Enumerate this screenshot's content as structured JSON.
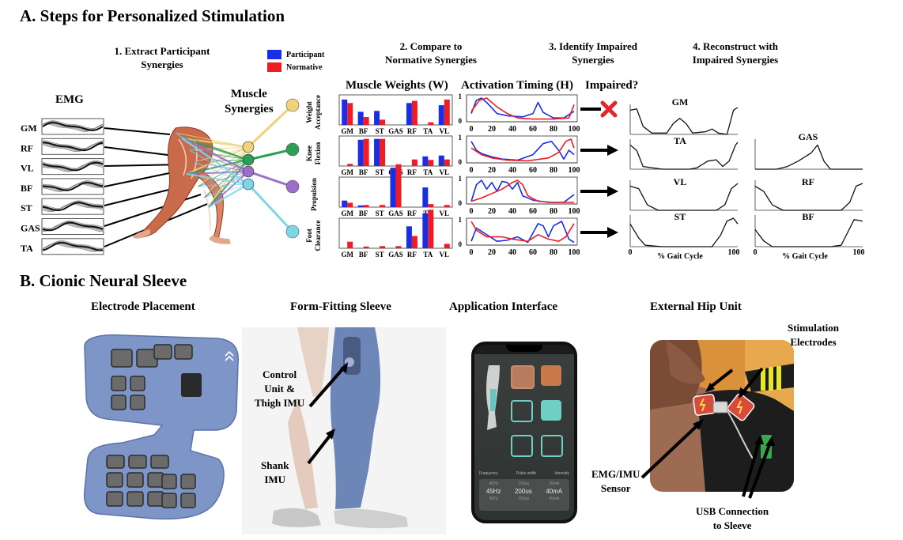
{
  "section_a": {
    "title": "A. Steps for Personalized Stimulation",
    "step1": [
      "1. Extract Participant",
      "Synergies"
    ],
    "step2": [
      "2. Compare to",
      "Normative Synergies"
    ],
    "step3": [
      "3. Identify Impaired",
      "Synergies"
    ],
    "step4": [
      "4. Reconstruct with",
      "Impaired Synergies"
    ],
    "emg_label": "EMG",
    "muscles": [
      "GM",
      "RF",
      "VL",
      "BF",
      "ST",
      "GAS",
      "TA"
    ],
    "muscle_synergies_label": [
      "Muscle",
      "Synergies"
    ],
    "synergy_colors": [
      "#f0d27a",
      "#2e9e55",
      "#9b6fc7",
      "#7fd7e6"
    ],
    "legend": [
      {
        "label": "Participant",
        "color": "#1a2ee6"
      },
      {
        "label": "Normative",
        "color": "#ee1c24"
      }
    ],
    "weights_title": "Muscle Weights (W)",
    "timing_title": "Activation Timing (H)",
    "impaired_title": "Impaired?",
    "phases": [
      "Weight Acceptance",
      "Knee Flexion",
      "Propulsion",
      "Foot Clearance"
    ],
    "weight_categories": [
      "GM",
      "BF",
      "ST",
      "GAS",
      "RF",
      "TA",
      "VL"
    ],
    "y_ticks": [
      "0",
      "1"
    ],
    "x_ticks": [
      "0",
      "20",
      "40",
      "60",
      "80",
      "100"
    ],
    "recon_left": [
      "GM",
      "TA",
      "VL",
      "ST"
    ],
    "recon_right": [
      "GAS",
      "RF",
      "BF"
    ],
    "gait_axis": {
      "start": "0",
      "end": "100",
      "label": "% Gait Cycle"
    }
  },
  "chart_data": {
    "type": "bar",
    "categories": [
      "GM",
      "BF",
      "ST",
      "GAS",
      "RF",
      "TA",
      "VL"
    ],
    "panels": [
      {
        "participant": [
          0.58,
          0.3,
          0.32,
          0.0,
          0.5,
          0.0,
          0.45
        ],
        "normative": [
          0.5,
          0.18,
          0.12,
          0.0,
          0.55,
          0.06,
          0.58
        ]
      },
      {
        "participant": [
          0.0,
          0.6,
          0.62,
          0.0,
          0.0,
          0.22,
          0.24
        ],
        "normative": [
          0.05,
          0.62,
          0.62,
          0.04,
          0.15,
          0.14,
          0.15
        ]
      },
      {
        "participant": [
          0.15,
          0.04,
          0.0,
          0.9,
          0.0,
          0.45,
          0.0
        ],
        "normative": [
          0.1,
          0.05,
          0.05,
          0.95,
          0.0,
          0.07,
          0.05
        ]
      },
      {
        "participant": [
          0.0,
          0.0,
          0.0,
          0.0,
          0.5,
          0.8,
          0.0
        ],
        "normative": [
          0.15,
          0.04,
          0.05,
          0.05,
          0.28,
          0.88,
          0.1
        ]
      }
    ],
    "timing": [
      {
        "participant": [
          [
            0,
            0.3
          ],
          [
            5,
            0.9
          ],
          [
            10,
            1.0
          ],
          [
            15,
            0.8
          ],
          [
            25,
            0.3
          ],
          [
            35,
            0.2
          ],
          [
            50,
            0.15
          ],
          [
            60,
            0.3
          ],
          [
            65,
            0.8
          ],
          [
            70,
            0.35
          ],
          [
            80,
            0.1
          ],
          [
            90,
            0.1
          ],
          [
            100,
            0.4
          ]
        ],
        "normative": [
          [
            0,
            0.4
          ],
          [
            8,
            0.9
          ],
          [
            15,
            1.0
          ],
          [
            25,
            0.6
          ],
          [
            35,
            0.3
          ],
          [
            45,
            0.1
          ],
          [
            60,
            0.05
          ],
          [
            80,
            0.05
          ],
          [
            95,
            0.1
          ],
          [
            100,
            0.7
          ]
        ]
      },
      {
        "participant": [
          [
            0,
            0.9
          ],
          [
            5,
            0.5
          ],
          [
            10,
            0.35
          ],
          [
            20,
            0.2
          ],
          [
            30,
            0.1
          ],
          [
            45,
            0.05
          ],
          [
            60,
            0.3
          ],
          [
            70,
            0.8
          ],
          [
            78,
            0.9
          ],
          [
            85,
            0.5
          ],
          [
            90,
            0.1
          ],
          [
            95,
            0.5
          ],
          [
            100,
            0.3
          ]
        ],
        "normative": [
          [
            0,
            0.6
          ],
          [
            10,
            0.3
          ],
          [
            20,
            0.15
          ],
          [
            35,
            0.05
          ],
          [
            55,
            0.02
          ],
          [
            75,
            0.15
          ],
          [
            85,
            0.4
          ],
          [
            92,
            0.9
          ],
          [
            97,
            1.0
          ],
          [
            100,
            0.6
          ]
        ]
      },
      {
        "participant": [
          [
            0,
            0.05
          ],
          [
            5,
            0.8
          ],
          [
            10,
            1.0
          ],
          [
            15,
            0.6
          ],
          [
            20,
            0.9
          ],
          [
            25,
            0.5
          ],
          [
            30,
            0.95
          ],
          [
            35,
            0.9
          ],
          [
            40,
            0.6
          ],
          [
            45,
            0.9
          ],
          [
            50,
            0.3
          ],
          [
            60,
            0.1
          ],
          [
            75,
            0.0
          ],
          [
            90,
            0.0
          ],
          [
            100,
            0.35
          ]
        ],
        "normative": [
          [
            0,
            0.05
          ],
          [
            10,
            0.2
          ],
          [
            20,
            0.4
          ],
          [
            30,
            0.6
          ],
          [
            40,
            0.9
          ],
          [
            45,
            1.0
          ],
          [
            50,
            0.8
          ],
          [
            55,
            0.3
          ],
          [
            65,
            0.05
          ],
          [
            80,
            0.0
          ],
          [
            100,
            0.0
          ]
        ]
      },
      {
        "participant": [
          [
            0,
            0.1
          ],
          [
            5,
            0.7
          ],
          [
            15,
            0.4
          ],
          [
            25,
            0.1
          ],
          [
            35,
            0.15
          ],
          [
            45,
            0.3
          ],
          [
            55,
            0.05
          ],
          [
            65,
            0.9
          ],
          [
            70,
            0.8
          ],
          [
            75,
            0.3
          ],
          [
            80,
            0.8
          ],
          [
            88,
            1.0
          ],
          [
            95,
            0.2
          ],
          [
            100,
            0.05
          ]
        ],
        "normative": [
          [
            0,
            1.0
          ],
          [
            5,
            0.6
          ],
          [
            15,
            0.3
          ],
          [
            30,
            0.3
          ],
          [
            40,
            0.2
          ],
          [
            55,
            0.1
          ],
          [
            65,
            0.4
          ],
          [
            75,
            0.2
          ],
          [
            85,
            0.1
          ],
          [
            92,
            0.3
          ],
          [
            100,
            0.9
          ]
        ]
      }
    ],
    "impaired": [
      true,
      false,
      false,
      false
    ]
  },
  "section_b": {
    "title": "B. Cionic Neural Sleeve",
    "electrode_title": "Electrode Placement",
    "sleeve_title": "Form-Fitting Sleeve",
    "app_title": "Application Interface",
    "hip_title": "External Hip Unit",
    "control_unit_label": [
      "Control",
      "Unit &",
      "Thigh IMU"
    ],
    "shank_label": [
      "Shank",
      "IMU"
    ],
    "stim_label": [
      "Stimulation",
      "Electrodes"
    ],
    "emg_sensor_label": [
      "EMG/IMU",
      "Sensor"
    ],
    "usb_label": [
      "USB Connection",
      "to Sleeve"
    ],
    "app": {
      "params": [
        "Frequency",
        "Pulse width",
        "Intensity"
      ],
      "values": [
        "45Hz",
        "200us",
        "40mA"
      ],
      "above": [
        "40Hz",
        "100us",
        "35mA"
      ],
      "below": [
        "50Hz",
        "300us",
        "45mA"
      ]
    }
  }
}
